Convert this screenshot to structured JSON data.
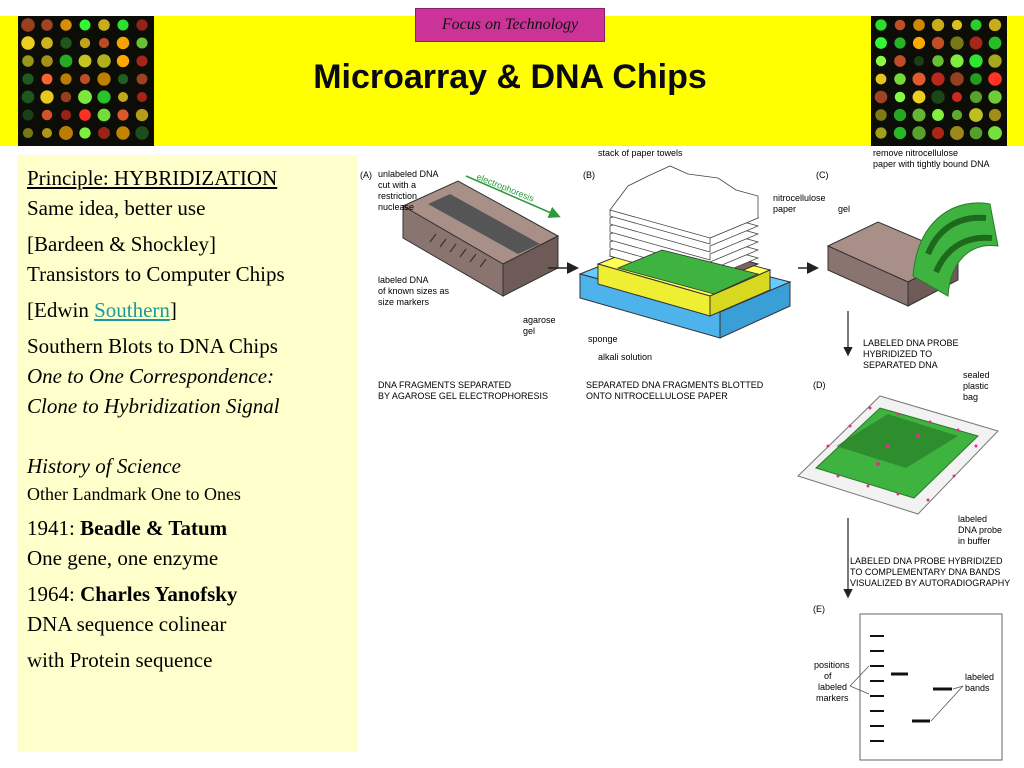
{
  "tag": "Focus on Technology",
  "title": "Microarray & DNA Chips",
  "panel": {
    "principle_label": "Principle: HYBRIDIZATION",
    "line1": "Same idea, better use",
    "bardeen": "[Bardeen & Shockley]",
    "transistors": "Transistors to Computer Chips",
    "edwin_open": "[Edwin ",
    "southern": "Southern",
    "edwin_close": "]",
    "blots": "Southern Blots to DNA Chips",
    "one_to_one": "One to One Correspondence:",
    "clone": "Clone to Hybridization Signal",
    "history": "History of Science",
    "landmark": "Other Landmark One to Ones",
    "year1941": "1941: ",
    "beadle": "Beadle & Tatum",
    "one_gene": "One gene, one enzyme",
    "year1964": "1964: ",
    "yanofsky": "Charles Yanofsky",
    "colinear": "DNA sequence colinear",
    "protein": "with Protein sequence"
  },
  "diagram": {
    "panel_a": "(A)",
    "panel_b": "(B)",
    "panel_c": "(C)",
    "panel_d": "(D)",
    "panel_e": "(E)",
    "unlabeled_dna": [
      "unlabeled DNA",
      "cut with a",
      "restriction",
      "nuclease"
    ],
    "electrophoresis": "electrophoresis",
    "labeled_dna_markers": [
      "labeled DNA",
      "of known sizes as",
      "size markers"
    ],
    "agarose_gel": [
      "agarose",
      "gel"
    ],
    "caption_a": [
      "DNA FRAGMENTS SEPARATED",
      "BY AGAROSE GEL ELECTROPHORESIS"
    ],
    "stack_towels": "stack of paper towels",
    "nitrocellulose_paper": [
      "nitrocellulose",
      "paper"
    ],
    "sponge": "sponge",
    "alkali": "alkali solution",
    "caption_b": [
      "SEPARATED DNA FRAGMENTS BLOTTED",
      "ONTO NITROCELLULOSE PAPER"
    ],
    "remove_nitro": [
      "remove nitrocellulose",
      "paper with tightly bound DNA"
    ],
    "gel": "gel",
    "caption_c": [
      "LABELED DNA PROBE",
      "HYBRIDIZED TO",
      "SEPARATED DNA"
    ],
    "sealed_bag": [
      "sealed",
      "plastic",
      "bag"
    ],
    "labeled_probe": [
      "labeled",
      "DNA probe",
      "in buffer"
    ],
    "caption_d": [
      "LABELED DNA PROBE HYBRIDIZED",
      "TO COMPLEMENTARY DNA BANDS",
      "VISUALIZED BY AUTORADIOGRAPHY"
    ],
    "positions_markers": [
      "positions",
      "of",
      "labeled",
      "markers"
    ],
    "labeled_bands": [
      "labeled",
      "bands"
    ]
  },
  "colors": {
    "banner": "#ffff00",
    "tag": "#cc3399",
    "panel": "#ffffcc",
    "link": "#1a9a9a",
    "gel": "#a89088",
    "membrane": "#3fb33f",
    "sponge_yellow": "#ffff55",
    "alkali_blue": "#66ccff",
    "probe_pink": "#e0308a"
  },
  "icons": [
    "microarray-image-left",
    "microarray-image-right"
  ]
}
